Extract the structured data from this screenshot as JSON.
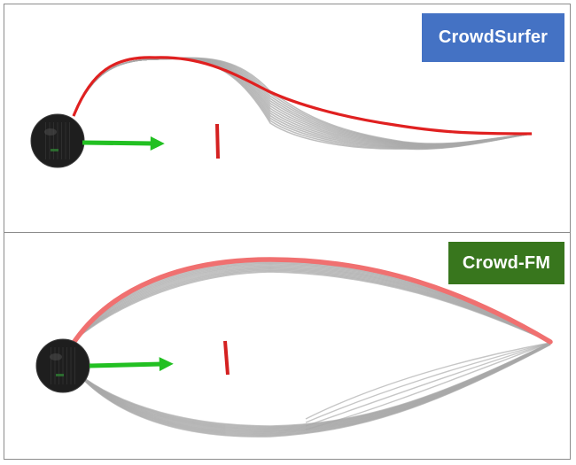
{
  "panels": [
    {
      "id": "top",
      "method_label": "CrowdSurfer",
      "label_color": "#4472c4",
      "best_trajectory_color": "#e02020",
      "sample_trajectory_color": "#a8a8a8",
      "robot_color": "#1e1e1e",
      "heading_arrow_color": "#22c022",
      "obstacle_color": "#d42020"
    },
    {
      "id": "bottom",
      "method_label": "Crowd-FM",
      "label_color": "#38761d",
      "best_trajectory_color": "#f07070",
      "sample_trajectory_color": "#a8a8a8",
      "robot_color": "#1e1e1e",
      "heading_arrow_color": "#22c022",
      "obstacle_color": "#d42020"
    }
  ]
}
